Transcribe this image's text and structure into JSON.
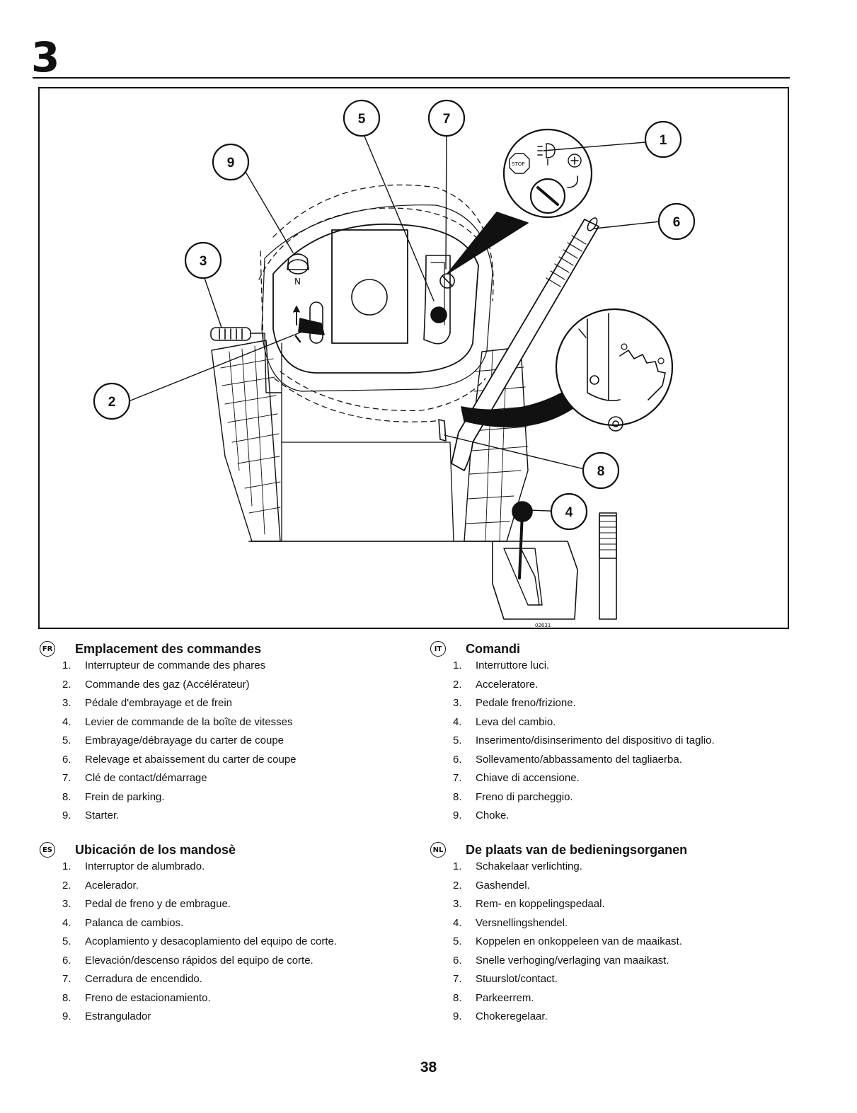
{
  "section_number": "3",
  "figure": {
    "callouts": [
      "1",
      "2",
      "3",
      "4",
      "5",
      "6",
      "7",
      "8",
      "9"
    ],
    "neutral_mark": "N",
    "code": "02631",
    "ignition_icons": [
      "stop-icon",
      "headlight-icon",
      "choke-icon"
    ]
  },
  "legends": [
    {
      "lang": "FR",
      "title": "Emplacement des commandes",
      "items": [
        {
          "num": "1.",
          "text": "Interrupteur de commande des phares"
        },
        {
          "num": "2.",
          "text": "Commande des gaz (Accélérateur)"
        },
        {
          "num": "3.",
          "text": "Pédale d'embrayage et de frein"
        },
        {
          "num": "4.",
          "text": "Levier de commande de la boîte de vitesses"
        },
        {
          "num": "5.",
          "text": "Embrayage/débrayage du carter de coupe"
        },
        {
          "num": "6.",
          "text": "Relevage et abaissement du carter de coupe"
        },
        {
          "num": "7.",
          "text": "Clé de contact/démarrage"
        },
        {
          "num": "8.",
          "text": "Frein de parking."
        },
        {
          "num": "9.",
          "text": "Starter."
        }
      ]
    },
    {
      "lang": "IT",
      "title": "Comandi",
      "items": [
        {
          "num": "1.",
          "text": "Interruttore luci."
        },
        {
          "num": "2.",
          "text": "Acceleratore."
        },
        {
          "num": "3.",
          "text": "Pedale freno/frizione."
        },
        {
          "num": "4.",
          "text": "Leva del cambio."
        },
        {
          "num": "5.",
          "text": "Inserimento/disinserimento del dispositivo di taglio."
        },
        {
          "num": "6.",
          "text": "Sollevamento/abbassamento del tagliaerba."
        },
        {
          "num": "7.",
          "text": "Chiave di accensione."
        },
        {
          "num": "8.",
          "text": "Freno di parcheggio."
        },
        {
          "num": "9.",
          "text": "Choke."
        }
      ]
    },
    {
      "lang": "ES",
      "title": "Ubicación de los mandosè",
      "items": [
        {
          "num": "1.",
          "text": "Interruptor de alumbrado."
        },
        {
          "num": "2.",
          "text": "Acelerador."
        },
        {
          "num": "3.",
          "text": "Pedal de freno y de embrague."
        },
        {
          "num": "4.",
          "text": "Palanca de cambios."
        },
        {
          "num": "5.",
          "text": "Acoplamiento y desacoplamiento del equipo de corte."
        },
        {
          "num": "6.",
          "text": "Elevación/descenso rápidos del equipo de corte."
        },
        {
          "num": "7.",
          "text": "Cerradura de encendido."
        },
        {
          "num": "8.",
          "text": "Freno de estacionamiento."
        },
        {
          "num": "9.",
          "text": "Estrangulador"
        }
      ]
    },
    {
      "lang": "NL",
      "title": "De plaats van de bedieningsorganen",
      "items": [
        {
          "num": "1.",
          "text": "Schakelaar verlichting."
        },
        {
          "num": "2.",
          "text": "Gashendel."
        },
        {
          "num": "3.",
          "text": "Rem- en koppelingspedaal."
        },
        {
          "num": "4.",
          "text": "Versnellingshendel."
        },
        {
          "num": "5.",
          "text": "Koppelen en onkoppeleen van de maaikast."
        },
        {
          "num": "6.",
          "text": "Snelle verhoging/verlaging van maaikast."
        },
        {
          "num": "7.",
          "text": "Stuurslot/contact."
        },
        {
          "num": "8.",
          "text": "Parkeerrem."
        },
        {
          "num": "9.",
          "text": "Chokeregelaar."
        }
      ]
    }
  ],
  "page_number": "38"
}
